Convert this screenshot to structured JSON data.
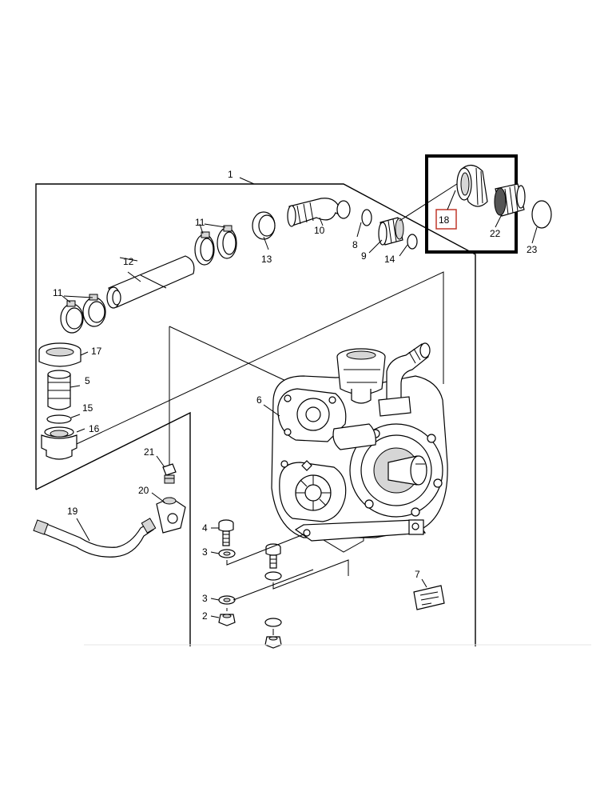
{
  "callouts": {
    "c1": "1",
    "c2": "2",
    "c3a": "3",
    "c3b": "3",
    "c4": "4",
    "c5": "5",
    "c6": "6",
    "c7": "7",
    "c8": "8",
    "c9": "9",
    "c10": "10",
    "c11a": "11",
    "c11b": "11",
    "c12": "12",
    "c13": "13",
    "c14": "14",
    "c15": "15",
    "c16": "16",
    "c17": "17",
    "c18": "18",
    "c19": "19",
    "c20": "20",
    "c21": "21",
    "c22": "22",
    "c23": "23"
  },
  "colors": {
    "line": "#000000",
    "highlight_box": "#000000",
    "callout_18_box": "#c0392b",
    "background": "#ffffff"
  },
  "highlight": {
    "callouts": [
      "18",
      "22"
    ]
  }
}
